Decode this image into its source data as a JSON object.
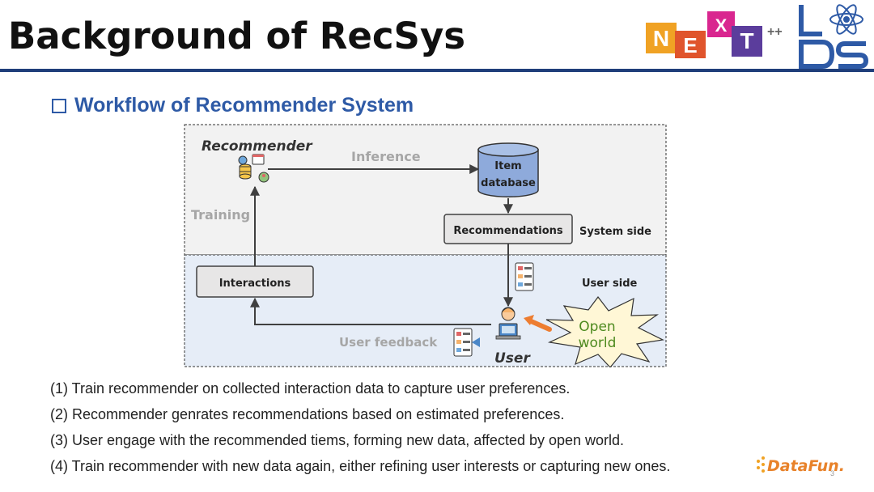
{
  "slide": {
    "title": "Background of RecSys",
    "section_heading": "Workflow of Recommender System",
    "page_number": "3"
  },
  "logos": {
    "next_letters": [
      "N",
      "E",
      "X",
      "T"
    ],
    "next_suffix": "++",
    "datafun": "DataFun."
  },
  "diagram": {
    "labels": {
      "recommender": "Recommender",
      "inference": "Inference",
      "item_database_line1": "Item",
      "item_database_line2": "database",
      "training": "Training",
      "recommendations": "Recommendations",
      "system_side": "System side",
      "user_side": "User side",
      "interactions": "Interactions",
      "user_feedback": "User feedback",
      "user": "User",
      "open_world_line1": "Open",
      "open_world_line2": "world"
    },
    "colors": {
      "system_bg": "#f2f2f2",
      "user_bg": "#e6edf7",
      "database_fill": "#8eaadb",
      "box_fill": "#e7e6e6",
      "arrow": "#404040",
      "open_world_text": "#4e8a1f",
      "open_world_arrow": "#ed7d31"
    }
  },
  "steps": [
    "(1) Train recommender on collected interaction data to capture user preferences.",
    "(2) Recommender genrates recommendations based on estimated preferences.",
    "(3) User engage with the recommended tiems, forming new data, affected by open world.",
    "(4) Train recommender with new data again, either refining user interests or capturing new ones."
  ]
}
